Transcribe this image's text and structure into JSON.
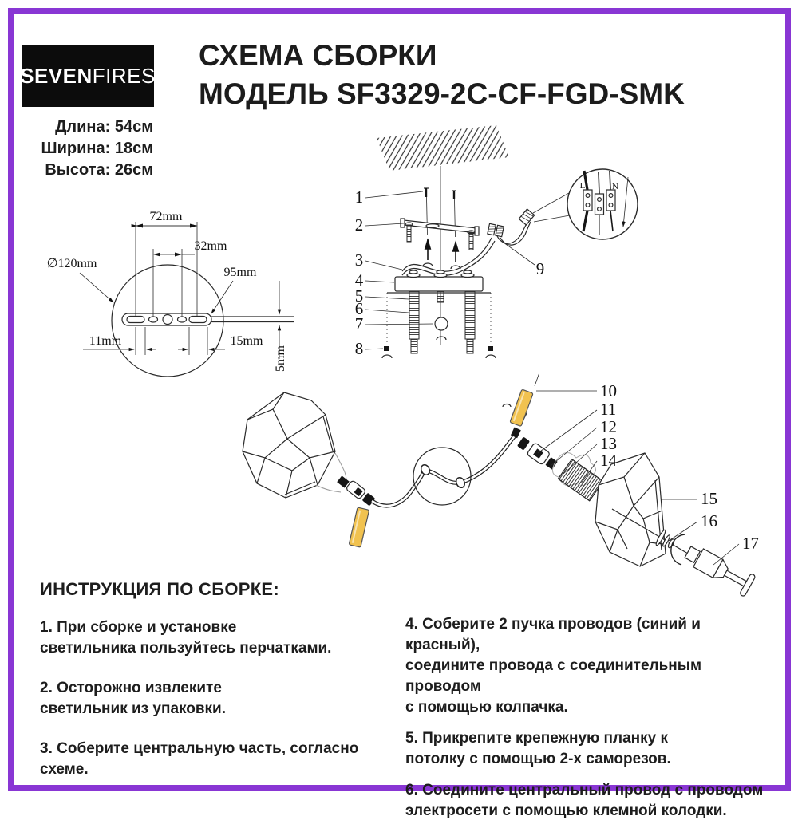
{
  "page": {
    "border_color": "#8936d4",
    "background": "#ffffff"
  },
  "logo": {
    "seven": "SEVEN",
    "fires": "FIRES"
  },
  "header": {
    "line1": "СХЕМА СБОРКИ",
    "line2": "МОДЕЛЬ SF3329-2C-CF-FGD-SMK"
  },
  "dimensions": {
    "length": "Длина: 54см",
    "width": "Ширина: 18см",
    "height": "Высота: 26см"
  },
  "bracket_detail": {
    "dims": {
      "d72": "72mm",
      "d32": "32mm",
      "d95": "95mm",
      "d120": "∅120mm",
      "d11": "11mm",
      "d15": "15mm",
      "d5": "5mm"
    }
  },
  "ceiling_diagram": {
    "callouts": [
      "1",
      "2",
      "3",
      "4",
      "5",
      "6",
      "7",
      "8",
      "9"
    ],
    "terminals": {
      "live": "L",
      "neutral": "N"
    }
  },
  "fixture_diagram": {
    "callouts": [
      "10",
      "11",
      "12",
      "13",
      "14",
      "15",
      "16",
      "17"
    ],
    "candle_color": "#f1c24f"
  },
  "instructions": {
    "heading": "ИНСТРУКЦИЯ ПО СБОРКЕ:",
    "left": [
      "1. При сборке и установке\nсветильника пользуйтесь перчатками.",
      "2. Осторожно извлеките\nсветильник из упаковки.",
      "3. Соберите центральную часть, согласно схеме."
    ],
    "right": [
      "4. Соберите 2 пучка проводов (синий и красный),\nсоедините провода с соединительным проводом\nс помощью колпачка.",
      "5. Прикрепите крепежную планку к\nпотолку с помощью 2-х саморезов.",
      "6. Соедините центральный провод с проводом\nэлектросети с помощью клемной колодки."
    ]
  }
}
